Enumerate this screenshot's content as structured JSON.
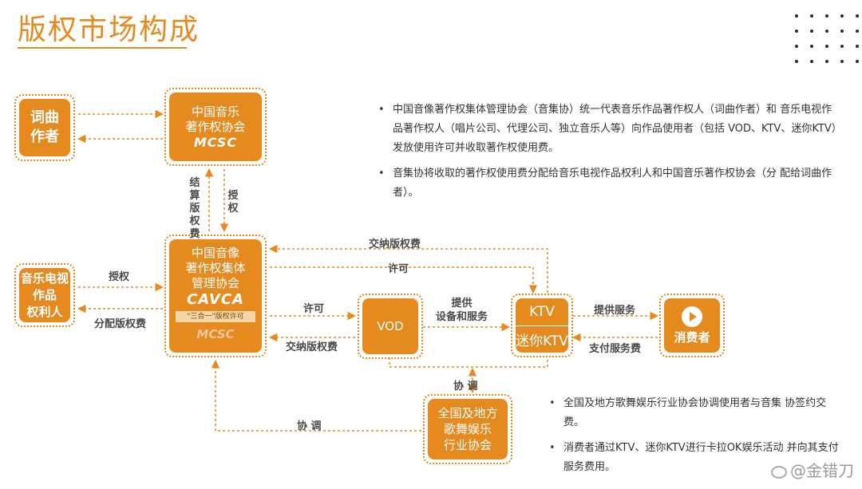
{
  "title": "版权市场构成",
  "nodes": {
    "lyricist": "词曲\n作者",
    "mcsc": {
      "line1": "中国音乐",
      "line2": "著作权协会",
      "brand": "MCSC"
    },
    "music_video_owner": "音乐电视\n作品\n权利人",
    "cavca": {
      "line1": "中国音像",
      "line2": "著作权集体",
      "line3": "管理协会",
      "brand": "CAVCA",
      "band": "\"三合一\"版权许可",
      "sub_brand": "MCSC"
    },
    "vod": "VOD",
    "ktv": {
      "top": "KTV",
      "bottom": "迷你KTV"
    },
    "consumer": "消费者",
    "association": "全国及地方\n歌舞娱乐\n行业协会"
  },
  "flows": {
    "settle_fee": "结算版权费",
    "authorize_v": "授权",
    "authorize": "授权",
    "distribute_fee": "分配版权费",
    "license_to_vod": "许可",
    "pay_fee_from_vod": "交纳版权费",
    "pay_fee_top": "交纳版权费",
    "license_top": "许可",
    "provide_equipment": "提供\n设备和服务",
    "provide_service": "提供服务",
    "pay_service_fee": "支付服务费",
    "coordinate_v": "协 调",
    "coordinate_h": "协 调"
  },
  "bullets_top": [
    "中国音像著作权集体管理协会（音集协）统一代表音乐作品著作权人（词曲作者）和 音乐电视作品著作权人（唱片公司、代理公司、独立音乐人等）向作品使用者（包括 VOD、KTV、迷你KTV）发放使用许可并收取著作权使用费。",
    "音集协将收取的著作权使用费分配给音乐电视作品权利人和中国音乐著作权协会（分 配给词曲作者）。"
  ],
  "bullets_bottom": [
    "全国及地方歌舞娱乐行业协会协调使用者与音集 协签约交费。",
    "消费者通过KTV、迷你KTV进行卡拉OK娱乐活动 并向其支付服务费用。"
  ],
  "watermark": "@金错刀",
  "colors": {
    "accent": "#E58A1F",
    "band": "#F6D6A6",
    "text": "#333333"
  }
}
